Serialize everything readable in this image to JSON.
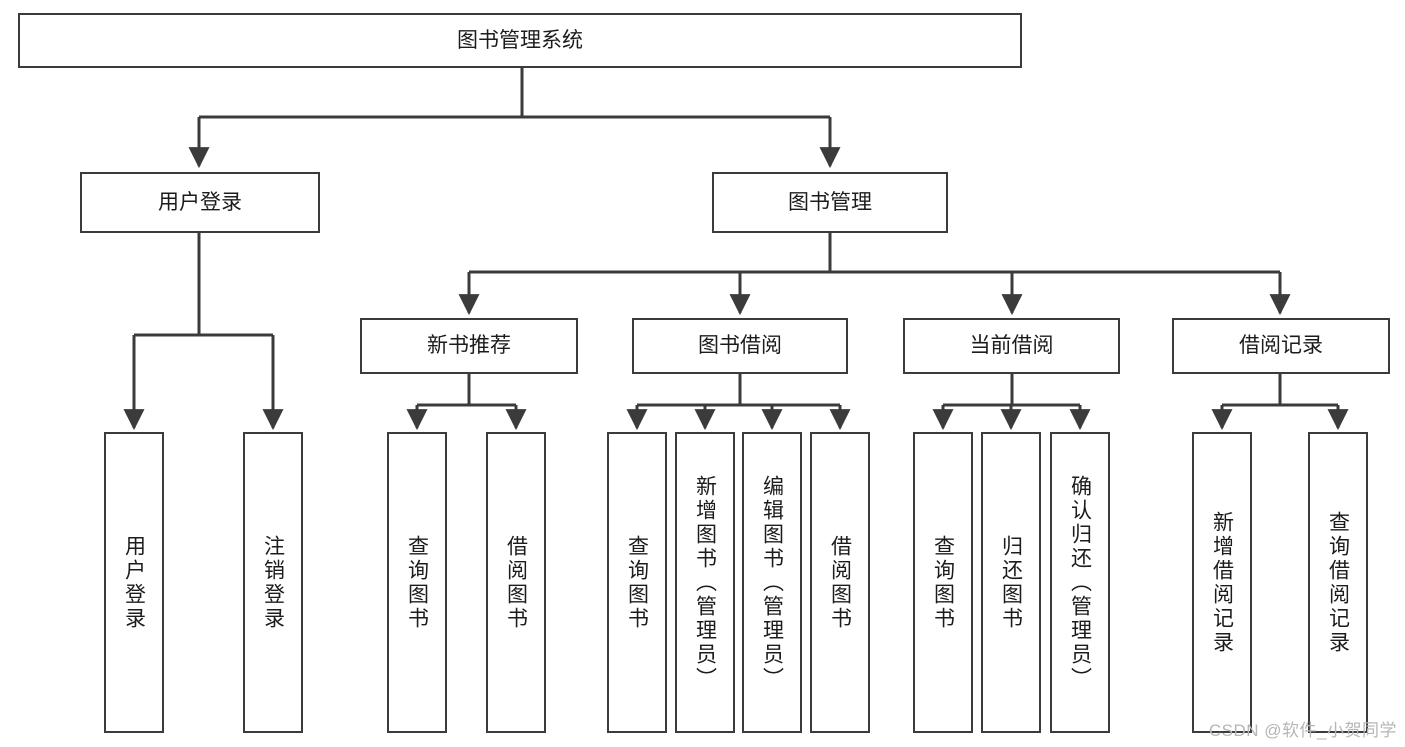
{
  "diagram": {
    "title": "图书管理系统",
    "watermark": "CSDN @软件_小贺同学",
    "line_color": "#3b3b3b",
    "text_color": "#1c1c1c",
    "background": "#ffffff",
    "root": {
      "label": "图书管理系统"
    },
    "level2": [
      {
        "label": "用户登录"
      },
      {
        "label": "图书管理"
      }
    ],
    "level3": [
      {
        "label": "新书推荐"
      },
      {
        "label": "图书借阅"
      },
      {
        "label": "当前借阅"
      },
      {
        "label": "借阅记录"
      }
    ],
    "leaves": {
      "user_login": [
        {
          "label": "用户登录"
        },
        {
          "label": "注销登录"
        }
      ],
      "new_book_recommend": [
        {
          "label": "查询图书"
        },
        {
          "label": "借阅图书"
        }
      ],
      "book_borrow": [
        {
          "label": "查询图书"
        },
        {
          "label": "新增图书（管理员）"
        },
        {
          "label": "编辑图书（管理员）"
        },
        {
          "label": "借阅图书"
        }
      ],
      "current_borrow": [
        {
          "label": "查询图书"
        },
        {
          "label": "归还图书"
        },
        {
          "label": "确认归还（管理员）"
        }
      ],
      "borrow_record": [
        {
          "label": "新增借阅记录"
        },
        {
          "label": "查询借阅记录"
        }
      ]
    }
  }
}
